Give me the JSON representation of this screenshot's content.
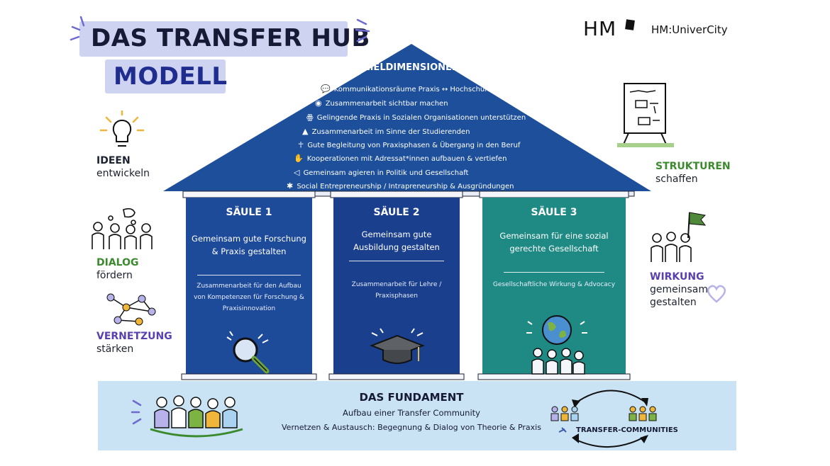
{
  "title": {
    "line1": "DAS TRANSFER HUB",
    "line2": "MODELL"
  },
  "logos": {
    "hm": "HM",
    "university": "HM:UniverCity"
  },
  "roof": {
    "title": "ZIELDIMENSIONEN",
    "items": [
      {
        "icon": "speech-bubble-icon",
        "text": "Kommunikationsräume Praxis ↔ Hochschule schaffen"
      },
      {
        "icon": "eye-icon",
        "text": "Zusammenarbeit sichtbar machen"
      },
      {
        "icon": "people-group-icon",
        "text": "Gelingende Praxis in Sozialen Organisationen unterstützen"
      },
      {
        "icon": "graduation-cap-icon",
        "text": "Zusammenarbeit im Sinne der Studierenden"
      },
      {
        "icon": "running-person-icon",
        "text": "Gute Begleitung von Praxisphasen & Übergang in den Beruf"
      },
      {
        "icon": "handshake-icon",
        "text": "Kooperationen mit Adressat*innen aufbauen & vertiefen"
      },
      {
        "icon": "megaphone-icon",
        "text": "Gemeinsam agieren in Politik und Gesellschaft"
      },
      {
        "icon": "lightbulb-small-icon",
        "text": "Social Entrepreneurship / Intrapreneurship & Ausgründungen"
      }
    ]
  },
  "pillars": [
    {
      "title": "SÄULE 1",
      "subtitle": "Gemeinsam gute Forschung & Praxis gestalten",
      "description": "Zusammenarbeit für den Aufbau von Kompetenzen für Forschung & Praxisinnovation",
      "icon": "magnifier-icon",
      "color": "#1e4a9a"
    },
    {
      "title": "SÄULE 2",
      "subtitle": "Gemeinsam gute Ausbildung gestalten",
      "description": "Zusammenarbeit für Lehre / Praxisphasen",
      "icon": "graduation-cap-icon",
      "color": "#1a3f8c"
    },
    {
      "title": "SÄULE 3",
      "subtitle": "Gemeinsam für eine sozial gerechte Gesellschaft",
      "description": "Gesellschaftliche Wirkung & Advocacy",
      "icon": "globe-people-icon",
      "color": "#1f8a84"
    }
  ],
  "foundation": {
    "title": "DAS FUNDAMENT",
    "line1": "Aufbau einer Transfer Community",
    "line2": "Vernetzen & Austausch: Begegnung & Dialog von Theorie & Praxis",
    "communities_label": "TRANSFER-COMMUNITIES"
  },
  "left_labels": [
    {
      "keyword": "IDEEN",
      "rest": "entwickeln",
      "color": "#1d2230"
    },
    {
      "keyword": "DIALOG",
      "rest": "fördern",
      "color": "#3b8a2e"
    },
    {
      "keyword": "VERNETZUNG",
      "rest": "stärken",
      "color": "#5a3fb0"
    }
  ],
  "right_labels": [
    {
      "keyword": "STRUKTUREN",
      "rest": "schaffen",
      "color": "#3b8a2e"
    },
    {
      "keyword": "WIRKUNG",
      "rest": "gemeinsam gestalten",
      "color": "#5a3fb0"
    }
  ],
  "colors": {
    "roof": "#1d4f9a",
    "pillar1": "#1e4a9a",
    "pillar2": "#1a3f8c",
    "pillar3": "#1f8a84",
    "foundation": "#c9e3f4",
    "title_highlight": "#cfd3f2"
  }
}
